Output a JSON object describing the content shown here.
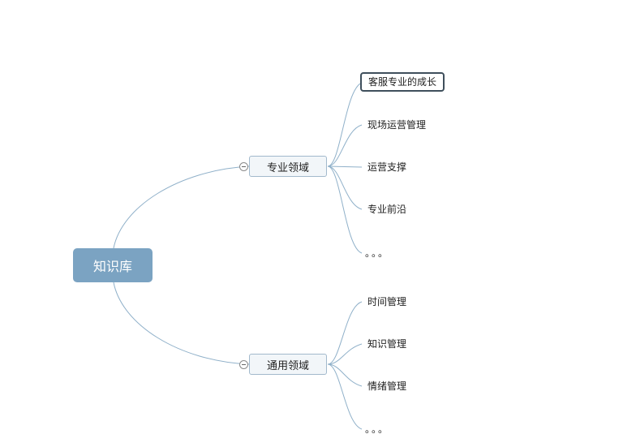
{
  "mindmap": {
    "root": {
      "label": "知识库"
    },
    "branches": [
      {
        "label": "专业领域",
        "children": [
          "客服专业的成长",
          "现场运营管理",
          "运营支撑",
          "专业前沿",
          "。。。"
        ]
      },
      {
        "label": "通用领域",
        "children": [
          "时间管理",
          "知识管理",
          "情绪管理",
          "。。。"
        ]
      }
    ]
  },
  "colors": {
    "root_fill": "#7ba3c2",
    "branch_fill": "#f2f6f9",
    "branch_border": "#a2b9cc",
    "link": "#8fb0c9",
    "selection_border": "#3f4f5c"
  }
}
